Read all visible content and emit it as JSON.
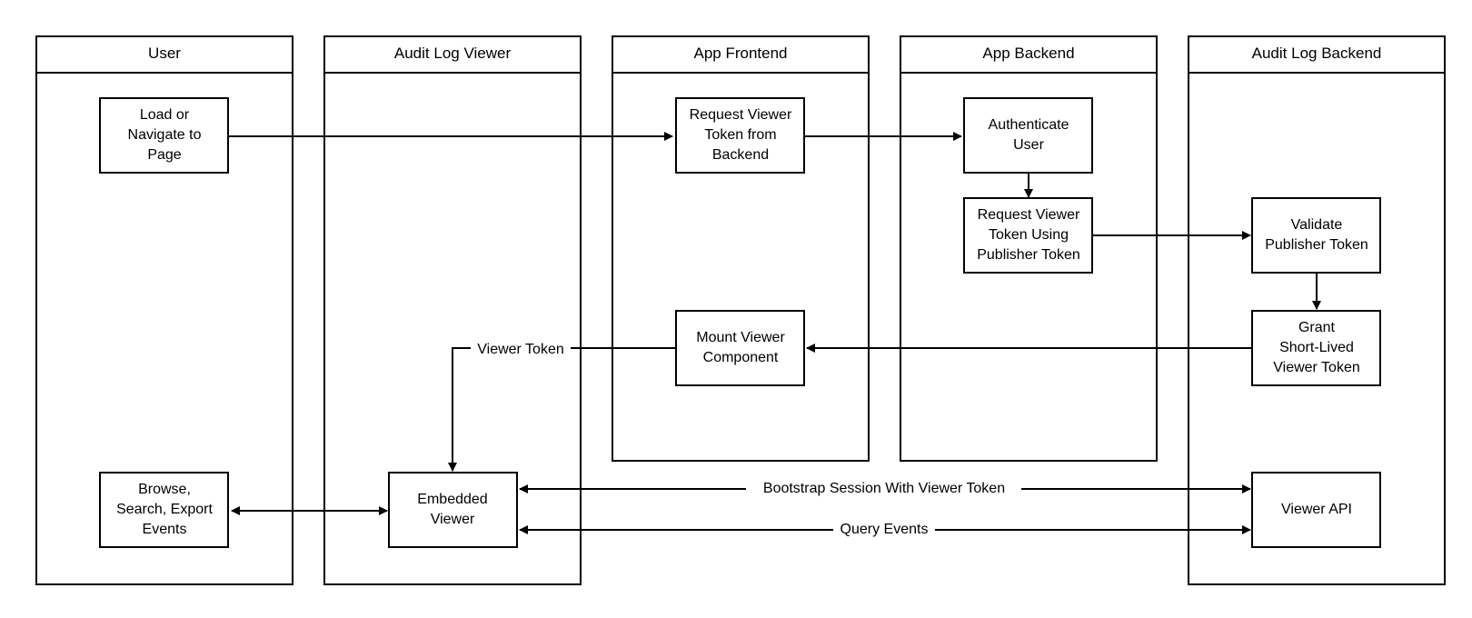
{
  "diagram": {
    "lanes": [
      {
        "title": "User"
      },
      {
        "title": "Audit Log Viewer"
      },
      {
        "title": "App Frontend"
      },
      {
        "title": "App Backend"
      },
      {
        "title": "Audit Log Backend"
      }
    ],
    "nodes": {
      "load_navigate": {
        "lines": [
          "Load or",
          "Navigate to",
          "Page"
        ]
      },
      "request_viewer_token": {
        "lines": [
          "Request Viewer",
          "Token from",
          "Backend"
        ]
      },
      "authenticate_user": {
        "lines": [
          "Authenticate",
          "User"
        ]
      },
      "request_with_publisher": {
        "lines": [
          "Request Viewer",
          "Token Using",
          "Publisher Token"
        ]
      },
      "validate_publisher": {
        "lines": [
          "Validate",
          "Publisher Token"
        ]
      },
      "grant_token": {
        "lines": [
          "Grant",
          "Short-Lived",
          "Viewer Token"
        ]
      },
      "mount_viewer": {
        "lines": [
          "Mount Viewer",
          "Component"
        ]
      },
      "embedded_viewer": {
        "lines": [
          "Embedded",
          "Viewer"
        ]
      },
      "browse_search_export": {
        "lines": [
          "Browse,",
          "Search, Export",
          "Events"
        ]
      },
      "viewer_api": {
        "lines": [
          "Viewer API"
        ]
      }
    },
    "edge_labels": {
      "viewer_token": "Viewer Token",
      "bootstrap": "Bootstrap Session With Viewer Token",
      "query_events": "Query Events"
    },
    "colors": {
      "stroke": "#000000",
      "background": "#ffffff",
      "text": "#000000"
    }
  }
}
